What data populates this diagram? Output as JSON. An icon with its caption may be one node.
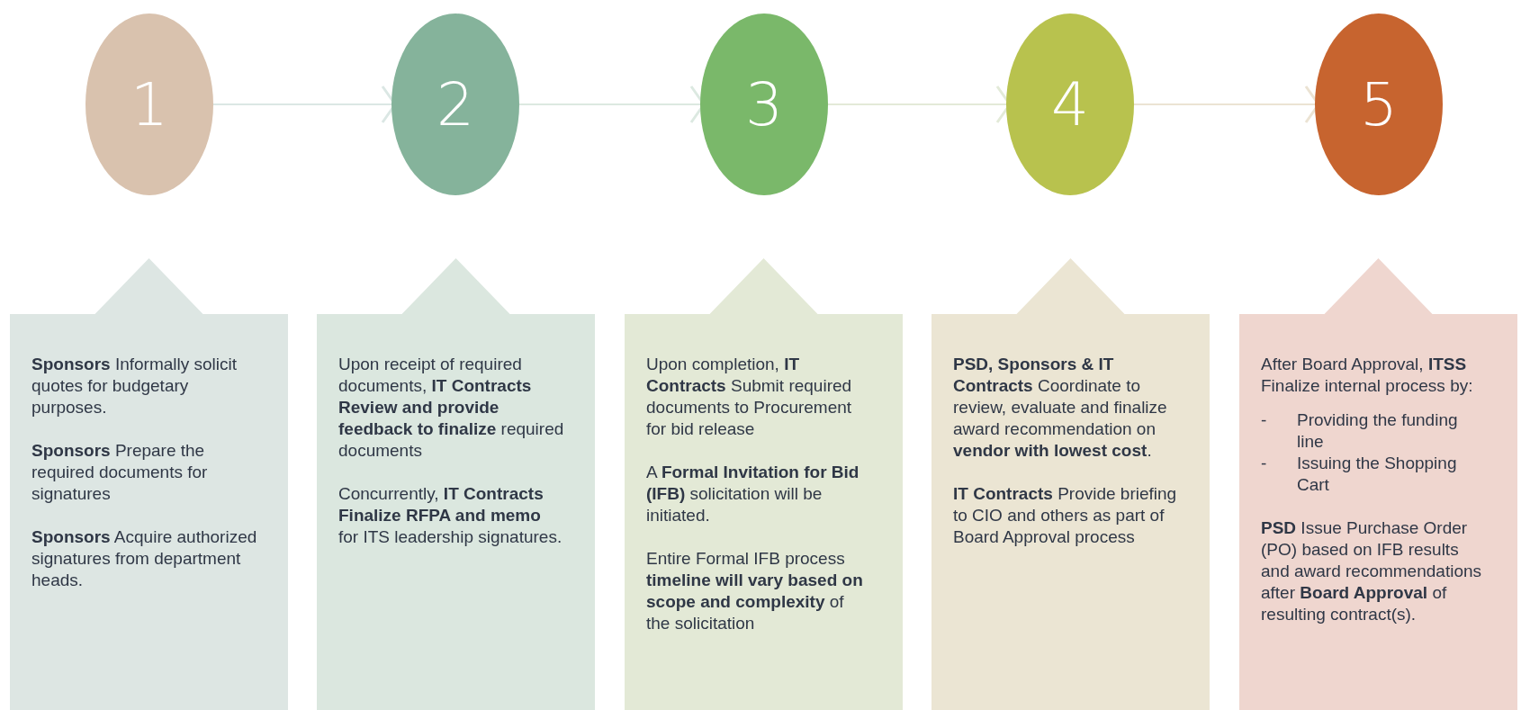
{
  "diagram": {
    "nodes": [
      {
        "text": [
          "1"
        ]
      },
      {
        "text": [
          "2"
        ]
      },
      {
        "text": [
          "3"
        ]
      },
      {
        "text": [
          "4"
        ]
      },
      {
        "text": [
          "5"
        ]
      },
      {
        "text": [
          "**Sponsors** Informally solicit quotes for budgetary purposes.",
          "**Sponsors** Prepare the required documents for signatures",
          "**Sponsors** Acquire authorized signatures from department heads."
        ]
      },
      {
        "text": [
          "Upon receipt of required documents, **IT Contracts Review and provide feedback to finalize** required documents",
          "Concurrently, **IT Contracts Finalize RFPA and memo** for ITS leadership signatures."
        ]
      },
      {
        "text": [
          "Upon completion, **IT Contracts** Submit required documents to Procurement for bid release",
          "A **Formal Invitation for Bid (IFB)** solicitation will be initiated.",
          "Entire Formal IFB process **timeline will vary based on scope and complexity** of the solicitation"
        ]
      },
      {
        "text": [
          "**PSD, Sponsors & IT Contracts** Coordinate to review, evaluate and finalize award recommendation on **vendor with lowest cost**.",
          "**IT Contracts** Provide briefing to CIO and others as part of Board Approval process"
        ]
      },
      {
        "text": [
          "After Board Approval, **ITSS** Finalize internal process by:",
          "- Providing the funding line",
          "- Issuing the Shopping Cart",
          "**PSD** Issue Purchase Order (PO) based on IFB results and award recommendations after **Board Approval** of resulting contract(s)."
        ]
      }
    ],
    "edges": [
      {
        "from": 0,
        "to": 1,
        "arrow": "to"
      },
      {
        "from": 1,
        "to": 2,
        "arrow": "to"
      },
      {
        "from": 2,
        "to": 3,
        "arrow": "to"
      },
      {
        "from": 3,
        "to": 4,
        "arrow": "to"
      }
    ]
  }
}
